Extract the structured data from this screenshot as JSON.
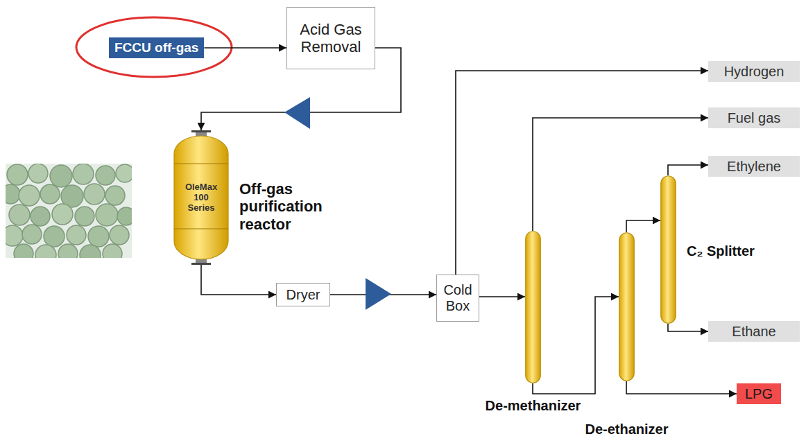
{
  "diagram": {
    "nodes": [
      {
        "text": [
          "FCCU off-gas"
        ]
      },
      {
        "text": [
          "Acid Gas Removal"
        ]
      },
      {
        "text": [
          "OleMax 100 Series",
          "Off-gas purification reactor"
        ]
      },
      {
        "text": [
          "Dryer"
        ]
      },
      {
        "text": [
          "Cold Box"
        ]
      },
      {
        "text": [
          "Hydrogen"
        ]
      },
      {
        "text": [
          "De-methanizer"
        ]
      },
      {
        "text": [
          "Fuel gas"
        ]
      },
      {
        "text": [
          "De-ethanizer"
        ]
      },
      {
        "text": [
          "C₂ Splitter"
        ]
      },
      {
        "text": [
          "Ethylene"
        ]
      },
      {
        "text": [
          "Ethane"
        ]
      },
      {
        "text": [
          "LPG"
        ]
      }
    ],
    "edges": [
      {
        "from": 0,
        "to": 1,
        "arrow": "to"
      },
      {
        "from": 1,
        "to": 2,
        "arrow": "to"
      },
      {
        "from": 2,
        "to": 3,
        "arrow": "to"
      },
      {
        "from": 3,
        "to": 4,
        "arrow": "to"
      },
      {
        "from": 4,
        "to": 5,
        "arrow": "to"
      },
      {
        "from": 4,
        "to": 6,
        "arrow": "to"
      },
      {
        "from": 6,
        "to": 7,
        "arrow": "to"
      },
      {
        "from": 6,
        "to": 8,
        "arrow": "to"
      },
      {
        "from": 8,
        "to": 9,
        "arrow": "to"
      },
      {
        "from": 8,
        "to": 12,
        "arrow": "to"
      },
      {
        "from": 9,
        "to": 10,
        "arrow": "to"
      },
      {
        "from": 9,
        "to": 11,
        "arrow": "to"
      }
    ]
  }
}
